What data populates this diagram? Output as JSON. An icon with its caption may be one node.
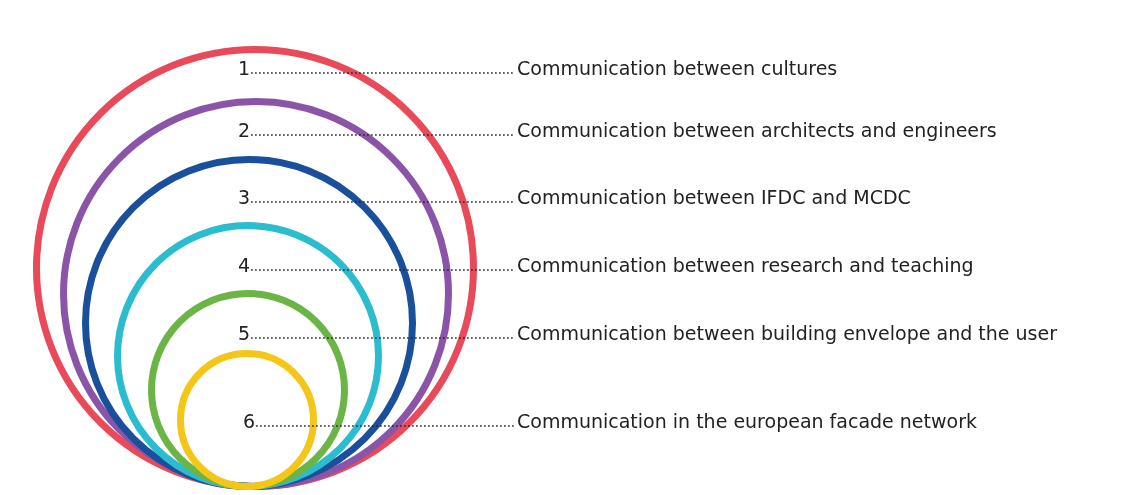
{
  "diagram": {
    "nodes": [
      {
        "text": [],
        "shape": "circle"
      },
      {
        "text": [],
        "shape": "circle",
        "in": 0
      },
      {
        "text": [],
        "shape": "circle",
        "in": 1
      },
      {
        "text": [],
        "shape": "circle",
        "in": 2
      },
      {
        "text": [],
        "shape": "circle",
        "in": 3
      },
      {
        "text": [],
        "shape": "circle",
        "in": 4
      },
      {
        "text": [
          "1"
        ],
        "in": 0
      },
      {
        "text": [
          "2"
        ],
        "in": 1
      },
      {
        "text": [
          "3"
        ],
        "in": 2
      },
      {
        "text": [
          "4"
        ],
        "in": 3
      },
      {
        "text": [
          "5"
        ],
        "in": 4
      },
      {
        "text": [
          "6"
        ],
        "in": 5
      },
      {
        "text": [
          "Communication between cultures"
        ]
      },
      {
        "text": [
          "Communication between architects and engineers"
        ]
      },
      {
        "text": [
          "Communication between IFDC and MCDC"
        ]
      },
      {
        "text": [
          "Communication between research and teaching"
        ]
      },
      {
        "text": [
          "Communication between building envelope and the user"
        ]
      },
      {
        "text": [
          "Communication in the european facade network"
        ]
      }
    ],
    "edges": [
      {
        "from": 6,
        "to": 12,
        "arrow": "none"
      },
      {
        "from": 7,
        "to": 13,
        "arrow": "none"
      },
      {
        "from": 8,
        "to": 14,
        "arrow": "none"
      },
      {
        "from": 9,
        "to": 15,
        "arrow": "none"
      },
      {
        "from": 10,
        "to": 16,
        "arrow": "none"
      },
      {
        "from": 11,
        "to": 17,
        "arrow": "none"
      }
    ]
  }
}
